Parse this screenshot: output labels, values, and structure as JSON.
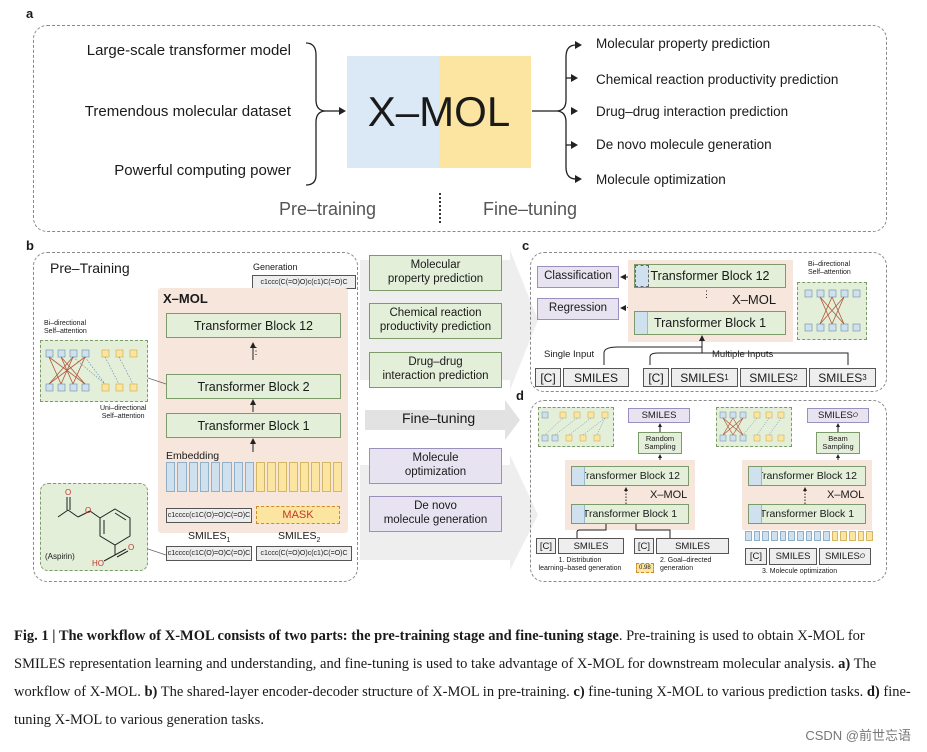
{
  "panel_a": {
    "label": "a",
    "inputs": [
      "Large-scale transformer model",
      "Tremendous molecular dataset",
      "Powerful computing power"
    ],
    "center_title": "X–MOL",
    "outputs": [
      "Molecular property prediction",
      "Chemical reaction productivity prediction",
      "Drug–drug interaction prediction",
      "De novo molecule generation",
      "Molecule optimization"
    ],
    "stage_left": "Pre–training",
    "stage_right": "Fine–tuning",
    "colors": {
      "left": "#dbe9f6",
      "right": "#fbe5a0"
    }
  },
  "panel_b": {
    "label": "b",
    "title": "Pre–Training",
    "generation_label": "Generation",
    "generation_smiles": "c1ccc(C(=O)O)c(c1)C(=O)C",
    "model_label": "X–MOL",
    "block_top": "Transformer Block 12",
    "block_mid": "Transformer Block 2",
    "block_bot": "Transformer Block 1",
    "embedding_label": "Embedding",
    "bi_label": "Bi–directional\nSelf–attention",
    "uni_label": "Uni–directional\nSelf–attention",
    "input_smiles_1": "c1cccc(c1C(O)=O)C(=O)C",
    "mask_label": "MASK",
    "smiles1_label": "SMILES",
    "smiles1_sub": "1",
    "smiles2_label": "SMILES",
    "smiles2_sub": "2",
    "bottom_smiles_1": "c1cccc(c1C(O)=O)C(=O)C",
    "bottom_smiles_2": "c1ccc(C(=O)O)c(c1)C(=O)C",
    "aspirin_label": "(Aspirin)",
    "atom_o": "O",
    "atom_ho": "HO"
  },
  "middle": {
    "tasks_top": [
      "Molecular\nproperty prediction",
      "Chemical reaction\nproductivity prediction",
      "Drug–drug\ninteraction prediction"
    ],
    "fine_tuning": "Fine–tuning",
    "tasks_bottom": [
      "Molecule\noptimization",
      "De novo\nmolecule generation"
    ]
  },
  "panel_c": {
    "label": "c",
    "classification": "Classification",
    "regression": "Regression",
    "block_top": "Transformer Block 12",
    "model_label": "X–MOL",
    "block_bot": "Transformer Block 1",
    "bi_label": "Bi–directional\nSelf–attention",
    "single_input": "Single Input",
    "multiple_inputs": "Multiple Inputs",
    "cls_token": "[C]",
    "smiles": "SMILES",
    "subs": [
      "1",
      "2",
      "3"
    ]
  },
  "panel_d": {
    "label": "d",
    "left": {
      "smiles_out": "SMILES",
      "sampling": "Random\nSampling",
      "block_top": "Transformer Block 12",
      "model_label": "X–MOL",
      "block_bot": "Transformer Block 1",
      "cls_token": "[C]",
      "smiles": "SMILES",
      "caption_1": "1. Distribution\nlearning–based generation",
      "caption_2": "2. Goal–directed\ngeneration",
      "score": "0.98"
    },
    "right": {
      "smiles_out": "SMILES",
      "smiles_out_sub": "O",
      "sampling": "Beam\nSampling",
      "block_top": "Transformer Block 12",
      "model_label": "X–MOL",
      "block_bot": "Transformer Block 1",
      "cls_token": "[C]",
      "smiles": "SMILES",
      "smiles_o": "SMILES",
      "smiles_o_sub": "O",
      "caption": "3. Molecule optimization"
    }
  },
  "caption": {
    "bold_lead": "Fig. 1 | The workflow of X-MOL consists of two parts: the pre-training stage and fine-tuning stage",
    "text_1": ". Pre-training is used to obtain X-MOL for SMILES representation learning and understanding, and fine-tuning is used to take advantage of X-MOL for downstream molecular analysis. ",
    "a_key": "a)",
    "a_text": " The workflow of X-MOL. ",
    "b_key": "b)",
    "b_text": " The shared-layer encoder-decoder structure of X-MOL in pre-training. ",
    "c_key": "c)",
    "c_text": " fine-tuning X-MOL to various prediction tasks. ",
    "d_key": "d)",
    "d_text": " fine-tuning X-MOL to various generation tasks."
  },
  "watermark": "CSDN @前世忘语"
}
